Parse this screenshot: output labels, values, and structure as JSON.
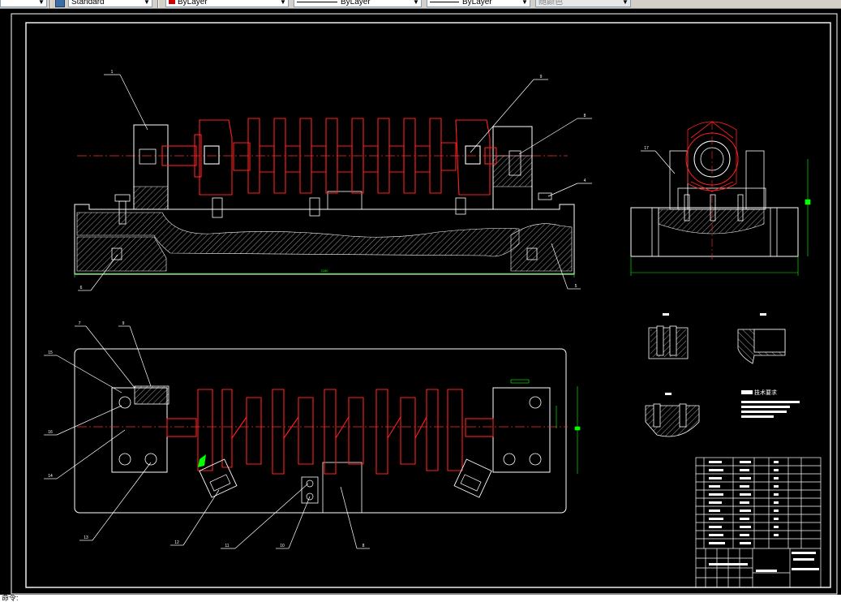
{
  "toolbar": {
    "text_style": "Standard",
    "color": "ByLayer",
    "color_swatch": "#cc0000",
    "linetype": "ByLayer",
    "lineweight": "ByLayer",
    "plotstyle": "随颜色"
  },
  "drawing": {
    "balloons": {
      "b1": "1",
      "b2": "9",
      "b3": "8",
      "b4": "4",
      "b5": "6",
      "b6": "5",
      "b7": "7",
      "b8": "9",
      "b9": "15",
      "b10": "16",
      "b11": "14",
      "b12": "13",
      "b13": "12",
      "b14": "11",
      "b15": "10",
      "b16": "8",
      "b17": "17"
    },
    "dimension_length": "2180",
    "tech_req_title": "技术要求"
  },
  "colors": {
    "background": "#000000",
    "part": "#ff2020",
    "outline": "#ffffff",
    "dimension": "#00ff00"
  },
  "command_line": "命令:"
}
